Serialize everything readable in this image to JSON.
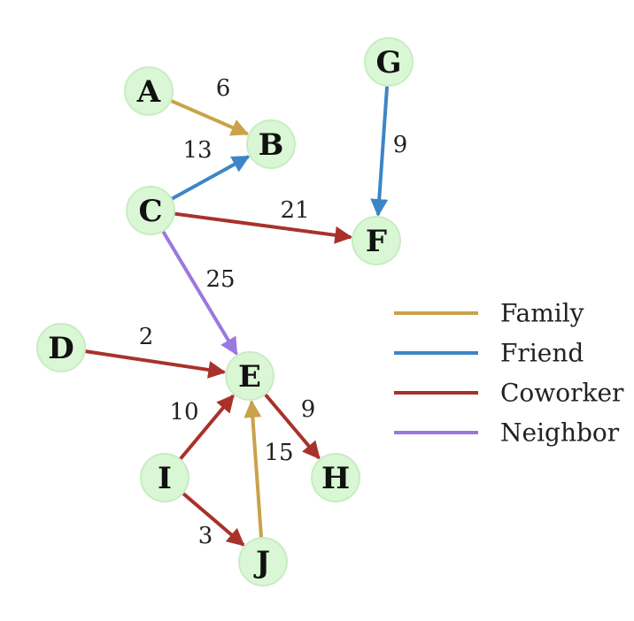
{
  "colors": {
    "Family": "#c9a24a",
    "Friend": "#3d86c6",
    "Coworker": "#a8322a",
    "Neighbor": "#9b78e0"
  },
  "nodes": [
    "A",
    "B",
    "C",
    "D",
    "E",
    "F",
    "G",
    "H",
    "I",
    "J"
  ],
  "edges": [
    {
      "from": "A",
      "to": "B",
      "weight": "6",
      "type": "Family"
    },
    {
      "from": "C",
      "to": "B",
      "weight": "13",
      "type": "Friend"
    },
    {
      "from": "C",
      "to": "F",
      "weight": "21",
      "type": "Coworker"
    },
    {
      "from": "G",
      "to": "F",
      "weight": "9",
      "type": "Friend"
    },
    {
      "from": "C",
      "to": "E",
      "weight": "25",
      "type": "Neighbor"
    },
    {
      "from": "D",
      "to": "E",
      "weight": "2",
      "type": "Coworker"
    },
    {
      "from": "I",
      "to": "E",
      "weight": "10",
      "type": "Coworker"
    },
    {
      "from": "E",
      "to": "H",
      "weight": "9",
      "type": "Coworker"
    },
    {
      "from": "J",
      "to": "E",
      "weight": "15",
      "type": "Family"
    },
    {
      "from": "I",
      "to": "J",
      "weight": "3",
      "type": "Coworker"
    }
  ],
  "legend": [
    {
      "label": "Family",
      "type": "Family"
    },
    {
      "label": "Friend",
      "type": "Friend"
    },
    {
      "label": "Coworker",
      "type": "Coworker"
    },
    {
      "label": "Neighbor",
      "type": "Neighbor"
    }
  ]
}
